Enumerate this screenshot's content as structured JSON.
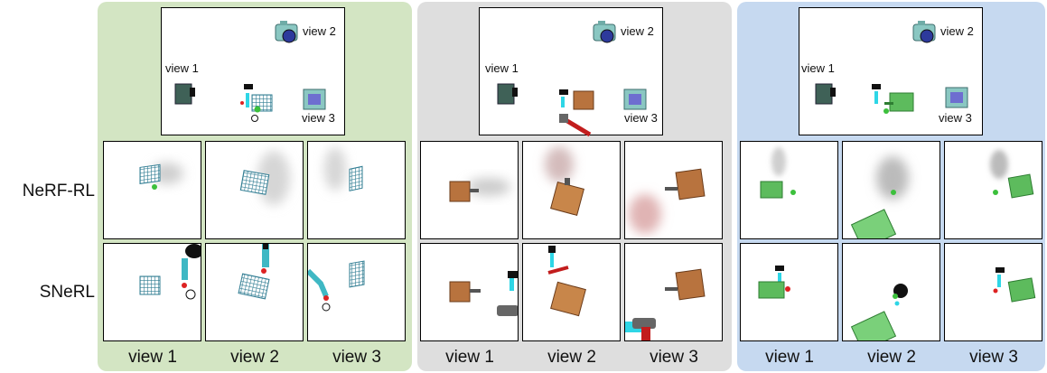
{
  "row_labels": [
    "NeRF-RL",
    "SNeRL"
  ],
  "panels": [
    {
      "id": "soccer",
      "background": "#d3e5c3",
      "setup": {
        "view1": "view 1",
        "view2": "view 2",
        "view3": "view 3"
      },
      "columns": [
        "view 1",
        "view 2",
        "view 3"
      ]
    },
    {
      "id": "hammer",
      "background": "#dedede",
      "setup": {
        "view1": "view 1",
        "view2": "view 2",
        "view3": "view 3"
      },
      "columns": [
        "view 1",
        "view 2",
        "view 3"
      ]
    },
    {
      "id": "drawer",
      "background": "#c6d9f0",
      "setup": {
        "view1": "view 1",
        "view2": "view 2",
        "view3": "view 3"
      },
      "columns": [
        "view 1",
        "view 2",
        "view 3"
      ]
    }
  ]
}
